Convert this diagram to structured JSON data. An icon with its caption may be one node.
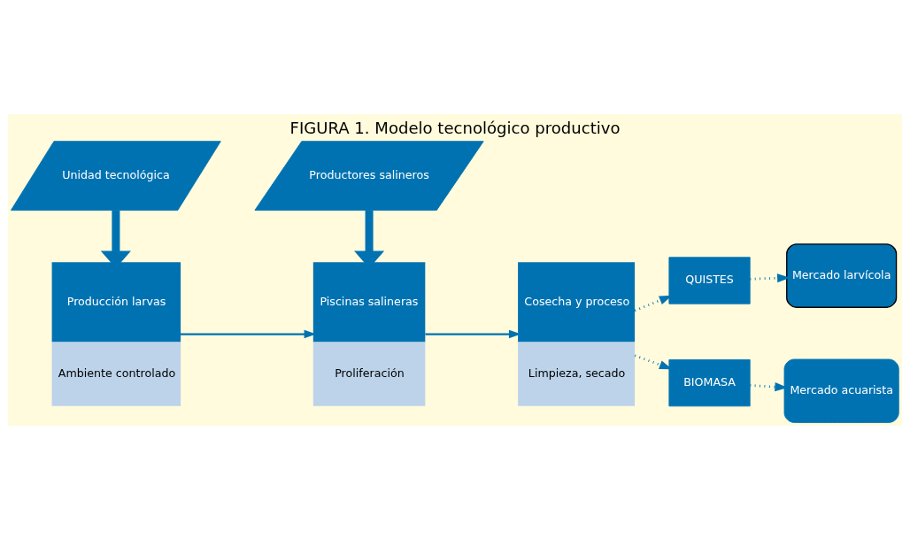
{
  "diagram": {
    "title": "FIGURA 1. Modelo tecnológico productivo",
    "nodes": [
      {
        "text": [
          "Producción larvas",
          "Ambiente controlado"
        ]
      },
      {
        "text": [
          "Piscinas salineras",
          "Proliferación"
        ]
      },
      {
        "text": [
          "Cosecha y proceso",
          "Limpieza, secado"
        ]
      },
      {
        "text": [
          "QUISTES"
        ]
      },
      {
        "text": [
          "Mercado larvícola"
        ]
      },
      {
        "text": [
          "BIOMASA"
        ]
      },
      {
        "text": [
          "Mercado acuarista"
        ]
      },
      {
        "text": [
          "Unidad tecnológica"
        ]
      },
      {
        "text": [
          "Productores salineros"
        ]
      }
    ],
    "edges": [
      {
        "from": 0,
        "to": 1,
        "arrow": "to"
      },
      {
        "from": 1,
        "to": 2,
        "arrow": "to"
      },
      {
        "from": 2,
        "to": 3,
        "arrow": "to",
        "style": "dashed"
      },
      {
        "from": 2,
        "to": 5,
        "arrow": "to",
        "style": "dashed"
      },
      {
        "from": 3,
        "to": 4,
        "arrow": "to",
        "style": "dashed"
      },
      {
        "from": 5,
        "to": 6,
        "arrow": "to",
        "style": "dashed"
      },
      {
        "from": 7,
        "to": 0,
        "arrow": "to",
        "style": "thick"
      },
      {
        "from": 8,
        "to": 1,
        "arrow": "to",
        "style": "thick"
      }
    ]
  }
}
